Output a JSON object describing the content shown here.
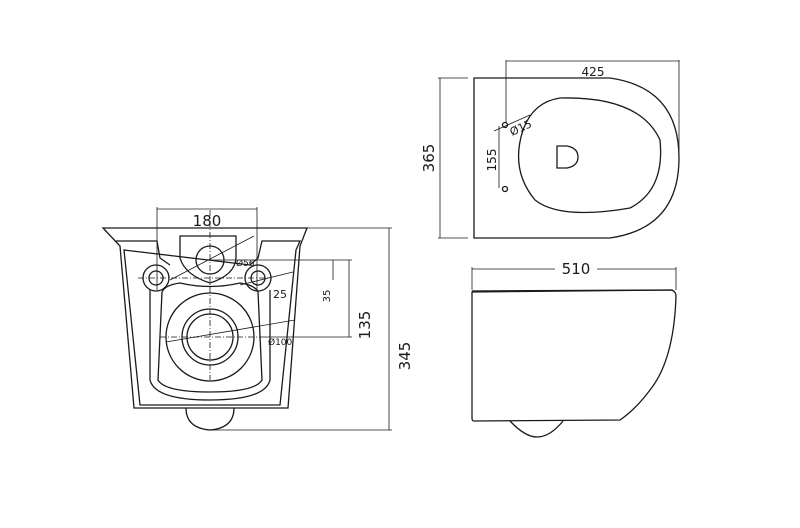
{
  "drawing": {
    "front_view": {
      "width_holes": "180",
      "height_total": "345",
      "height_outlet": "135",
      "offset_inlet": "35",
      "bolt_dist": "25",
      "inlet_dia": "Ø56",
      "outlet_dia": "Ø100"
    },
    "top_view": {
      "length": "425",
      "width": "365",
      "hole_spacing": "155",
      "hole_dia": "Ø15"
    },
    "side_view": {
      "length": "510"
    }
  }
}
